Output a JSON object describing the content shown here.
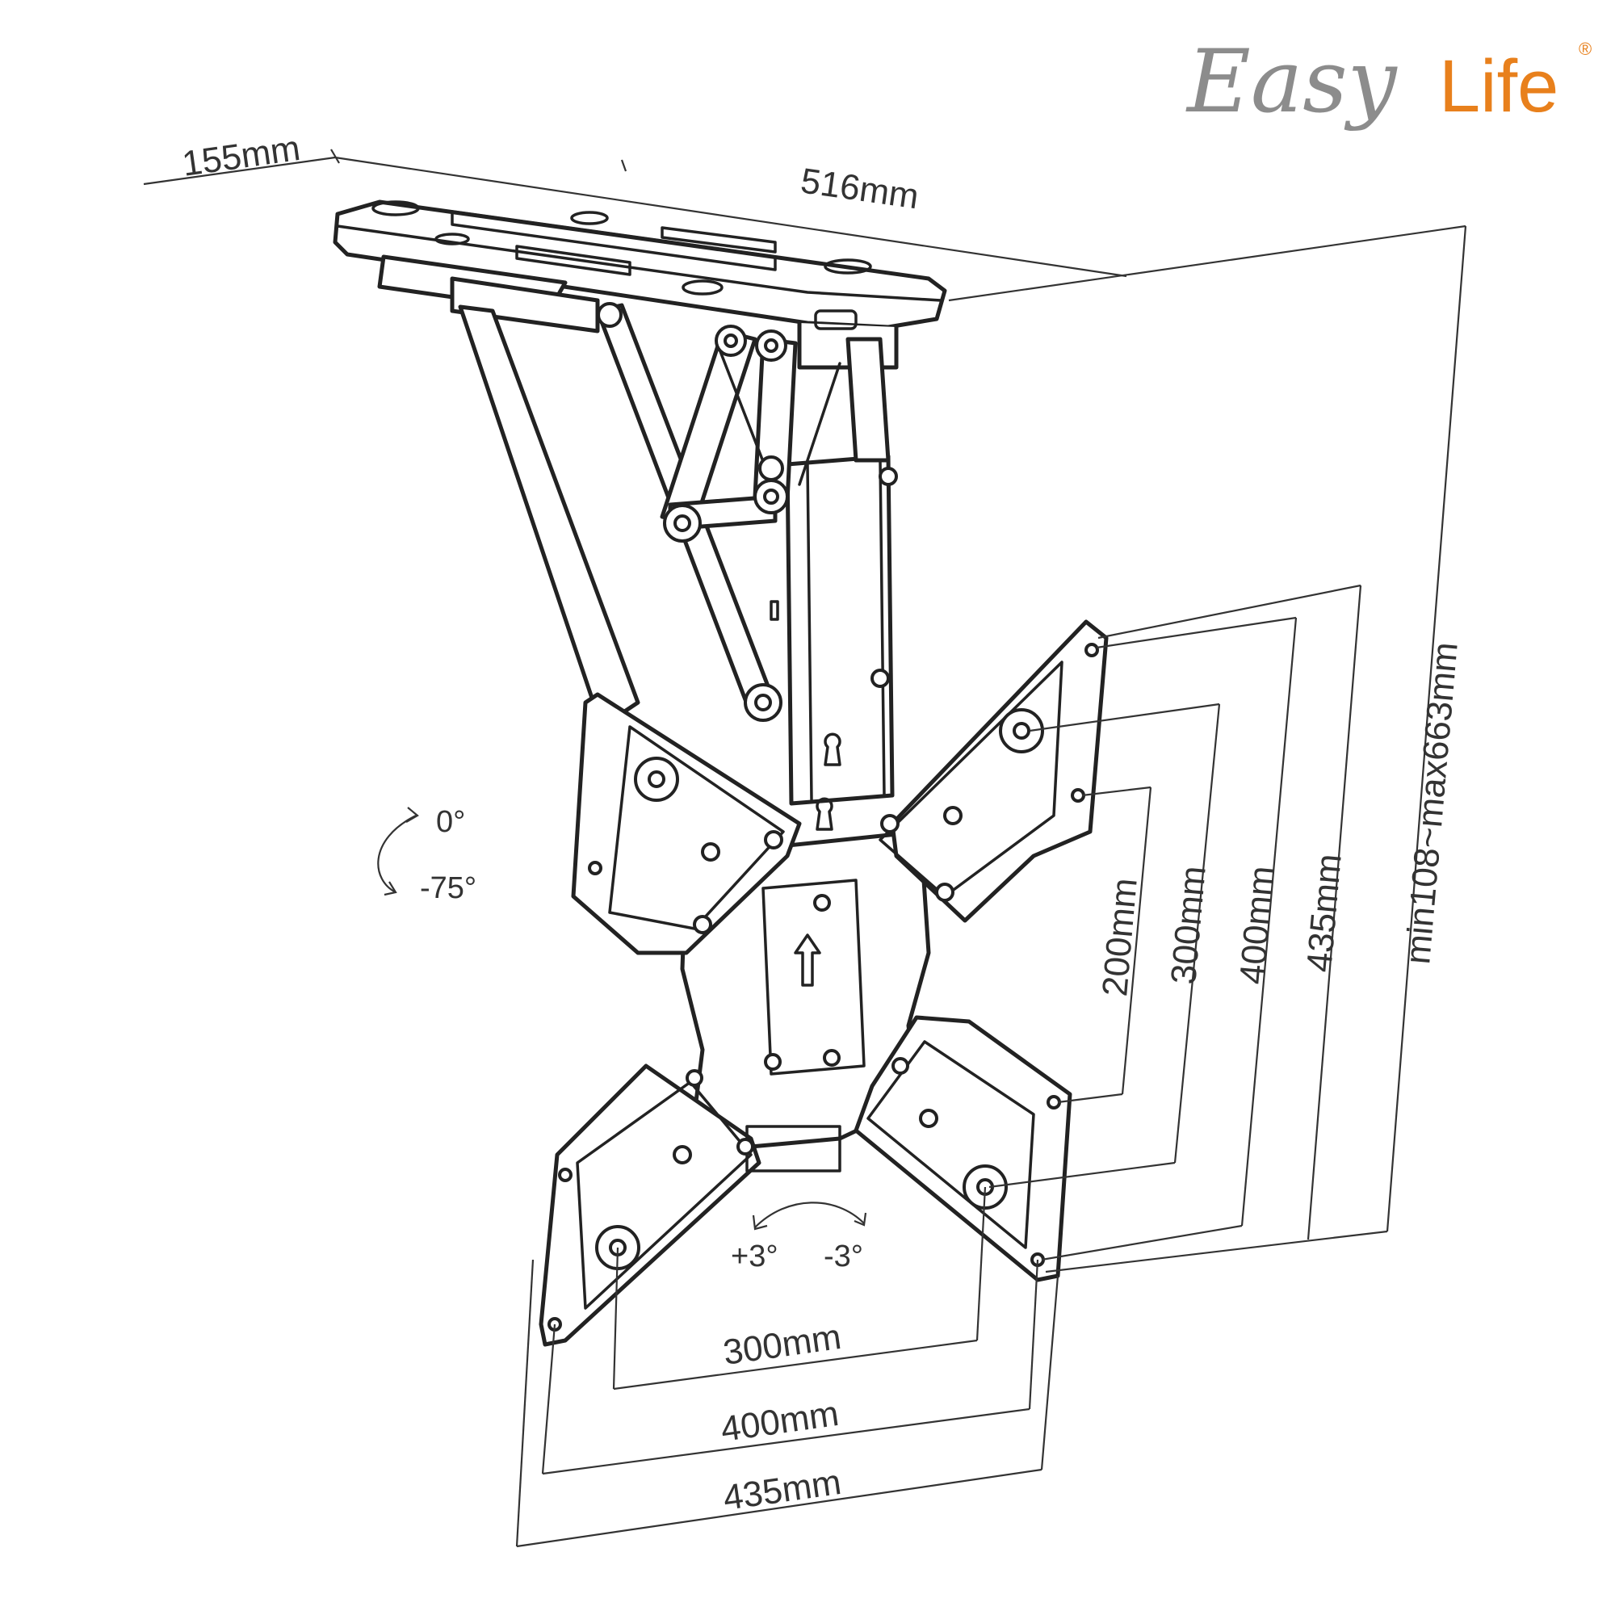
{
  "brand": {
    "name_script": "Easy",
    "name_bold": "Life",
    "registered": "®",
    "script_color": "#8c8c8c",
    "accent_color": "#e8801c"
  },
  "dimensions": {
    "depth": "155mm",
    "length": "516mm",
    "height_range": "min108~max663mm",
    "vesa_vertical": [
      "200mm",
      "300mm",
      "400mm",
      "435mm"
    ],
    "vesa_horizontal": [
      "300mm",
      "400mm",
      "435mm"
    ]
  },
  "angles": {
    "tilt_top": "0°",
    "tilt_bottom": "-75°",
    "swivel_left": "+3°",
    "swivel_right": "-3°"
  },
  "line_color": "#222222"
}
